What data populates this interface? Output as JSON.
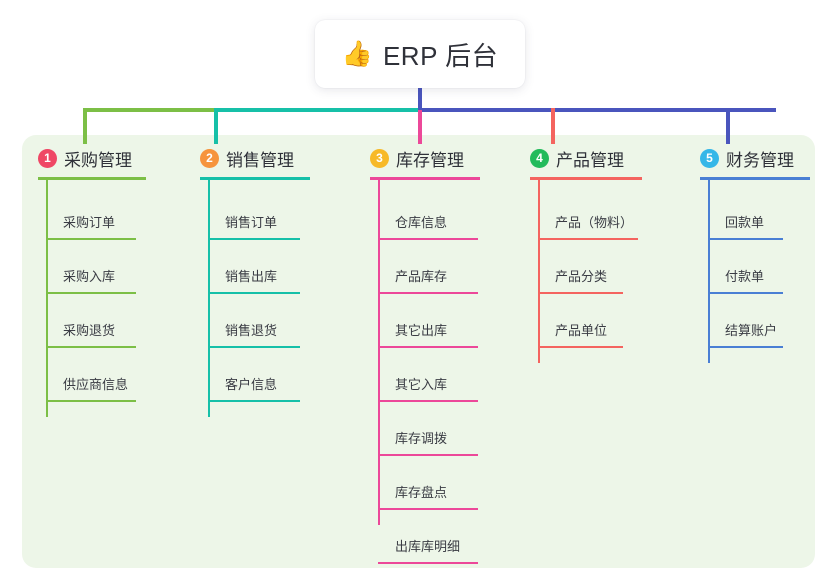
{
  "root": {
    "icon": "thumbs-up-icon",
    "icon_glyph": "👍",
    "title": "ERP 后台"
  },
  "theme": {
    "panel_bg": "#edf6e8",
    "page_bg": "#ffffff",
    "trunk": "#4a55bd"
  },
  "columns": [
    {
      "index": "1",
      "title": "采购管理",
      "badge_color": "#ef4765",
      "line_color": "#7cbf46",
      "items": [
        "采购订单",
        "采购入库",
        "采购退货",
        "供应商信息"
      ]
    },
    {
      "index": "2",
      "title": "销售管理",
      "badge_color": "#f6943c",
      "line_color": "#16c0a8",
      "items": [
        "销售订单",
        "销售出库",
        "销售退货",
        "客户信息"
      ]
    },
    {
      "index": "3",
      "title": "库存管理",
      "badge_color": "#f7b928",
      "line_color": "#ec4899",
      "items": [
        "仓库信息",
        "产品库存",
        "其它出库",
        "其它入库",
        "库存调拨",
        "库存盘点",
        "出库库明细"
      ]
    },
    {
      "index": "4",
      "title": "产品管理",
      "badge_color": "#22bb5b",
      "line_color": "#f4645f",
      "items": [
        "产品（物料）",
        "产品分类",
        "产品单位"
      ]
    },
    {
      "index": "5",
      "title": "财务管理",
      "badge_color": "#35b7e8",
      "line_color": "#4a7fd4",
      "items": [
        "回款单",
        "付款单",
        "结算账户"
      ]
    }
  ]
}
